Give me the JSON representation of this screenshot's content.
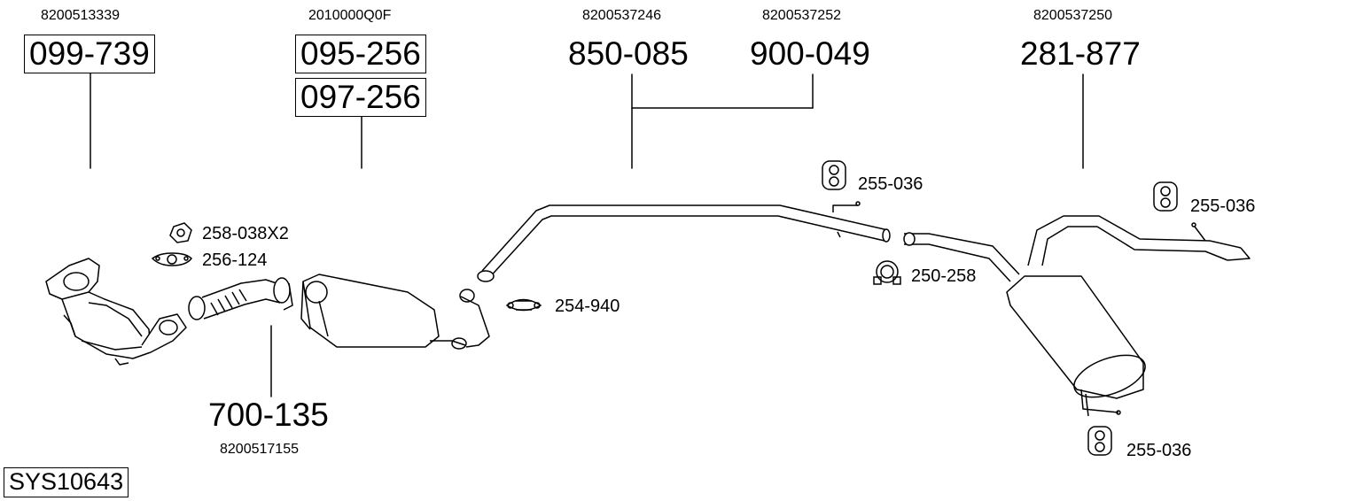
{
  "system_code": "SYS10643",
  "oem_numbers": {
    "cat": "8200513339",
    "dpf": "2010000Q0F",
    "mid_a": "8200537246",
    "mid_b": "8200537252",
    "rear": "8200537250",
    "flex": "8200517155"
  },
  "parts": {
    "cat": "099-739",
    "dpf_a": "095-256",
    "dpf_b": "097-256",
    "mid_a": "850-085",
    "mid_b": "900-049",
    "rear": "281-877",
    "flex": "700-135"
  },
  "accessories": {
    "nut": "258-038X2",
    "gasket": "256-124",
    "clamp_front": "254-940",
    "clamp_rear": "250-258",
    "hanger_mid": "255-036",
    "hanger_tail": "255-036",
    "hanger_bottom": "255-036"
  }
}
